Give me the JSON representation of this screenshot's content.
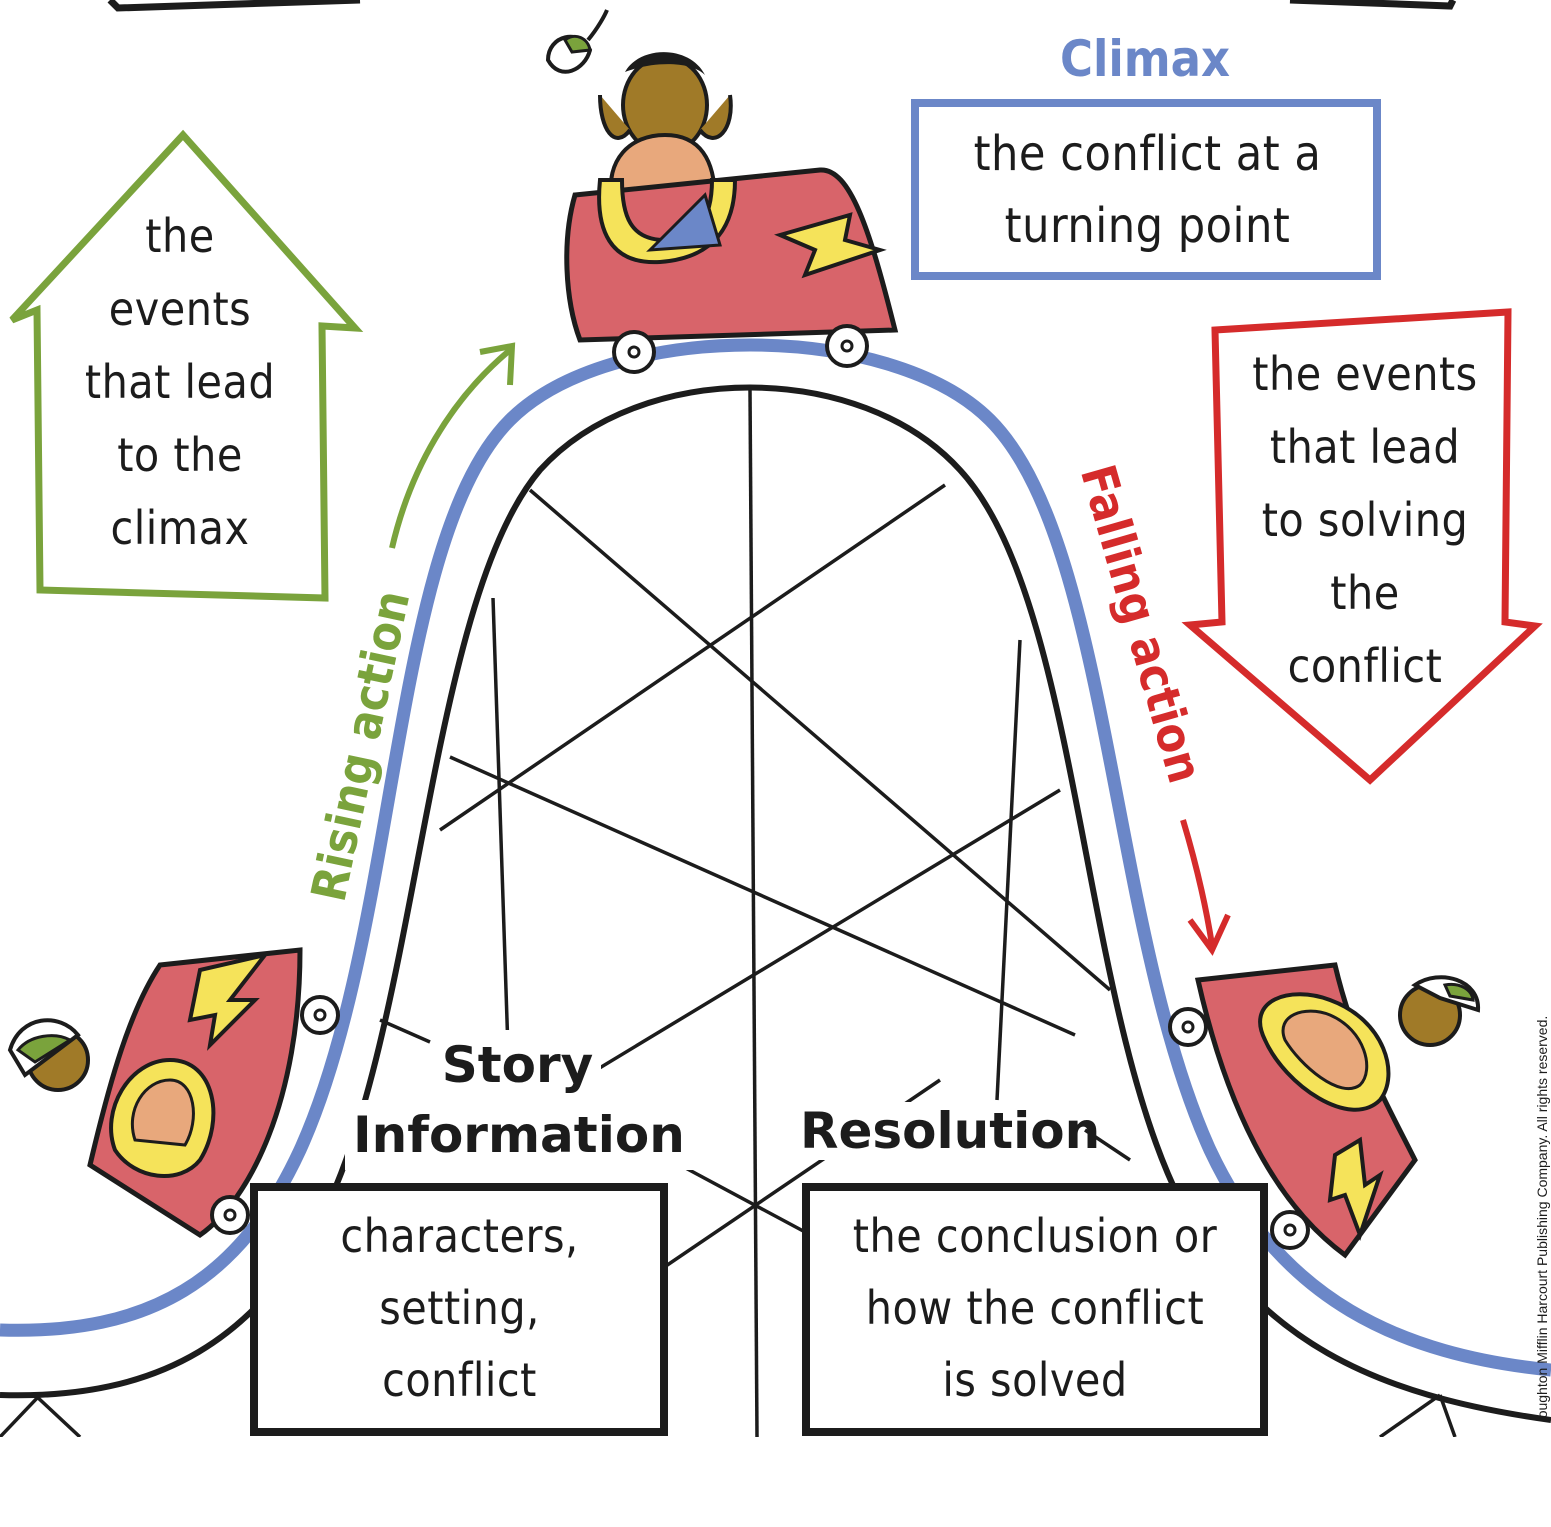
{
  "colors": {
    "track": "#6b87c8",
    "green": "#7aa33c",
    "red": "#d52b2b",
    "blue_label": "#6b87c8",
    "car_red": "#d8646a",
    "car_yellow": "#f5e35a",
    "ink": "#1c1c1c"
  },
  "climax": {
    "title": "Climax",
    "lines": [
      "the conflict at a",
      "turning point"
    ]
  },
  "rising": {
    "label": "Rising action",
    "lines": [
      "the",
      "events",
      "that lead",
      "to the",
      "climax"
    ]
  },
  "falling": {
    "label": "Falling action",
    "lines": [
      "the events",
      "that lead",
      "to solving",
      "the",
      "conflict"
    ]
  },
  "story_information": {
    "title_lines": [
      "Story",
      "Information"
    ],
    "lines": [
      "characters,",
      "setting,",
      "conflict"
    ]
  },
  "resolution": {
    "title": "Resolution",
    "lines": [
      "the conclusion or",
      "how the conflict",
      "is solved"
    ]
  },
  "copyright": "oughton Mifflin Harcourt Publishing Company. All rights reserved.",
  "icons": {
    "car_top": "roller-coaster-car-icon",
    "car_left": "roller-coaster-car-icon",
    "car_right": "roller-coaster-car-icon",
    "cap": "cap-icon"
  }
}
